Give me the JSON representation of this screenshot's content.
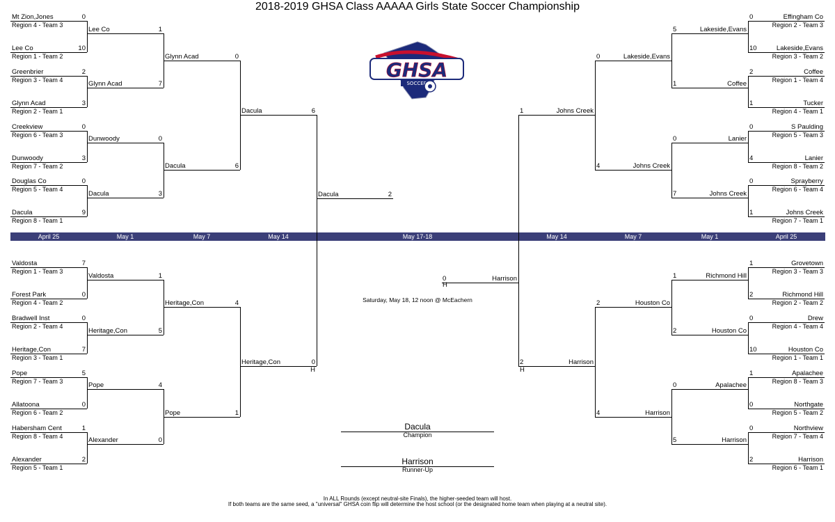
{
  "title": "2018-2019 GHSA Class AAAAA Girls State Soccer Championship",
  "logo": {
    "text": "GHSA",
    "subtext": "SOCCER"
  },
  "dates": [
    "April 25",
    "May 1",
    "May 7",
    "May 14",
    "May 17-18",
    "May 14",
    "May 7",
    "May 1",
    "April 25"
  ],
  "r1_left": [
    {
      "team": "Mt Zion,Jones",
      "score": "0",
      "region": "Region 4 - Team 3"
    },
    {
      "team": "Lee Co",
      "score": "10",
      "region": "Region 1 - Team 2"
    },
    {
      "team": "Greenbrier",
      "score": "2",
      "region": "Region 3 - Team 4"
    },
    {
      "team": "Glynn Acad",
      "score": "3",
      "region": "Region 2 - Team 1"
    },
    {
      "team": "Creekview",
      "score": "0",
      "region": "Region 6 - Team 3"
    },
    {
      "team": "Dunwoody",
      "score": "3",
      "region": "Region 7 - Team 2"
    },
    {
      "team": "Douglas Co",
      "score": "0",
      "region": "Region 5 - Team 4"
    },
    {
      "team": "Dacula",
      "score": "9",
      "region": "Region 8 - Team 1"
    },
    {
      "team": "Valdosta",
      "score": "7",
      "region": "Region 1 - Team 3"
    },
    {
      "team": "Forest Park",
      "score": "0",
      "region": "Region 4 - Team 2"
    },
    {
      "team": "Bradwell Inst",
      "score": "0",
      "region": "Region 2 - Team 4"
    },
    {
      "team": "Heritage,Con",
      "score": "7",
      "region": "Region 3 - Team 1"
    },
    {
      "team": "Pope",
      "score": "5",
      "region": "Region 7 - Team 3"
    },
    {
      "team": "Allatoona",
      "score": "0",
      "region": "Region 6 - Team 2"
    },
    {
      "team": "Habersham Cent",
      "score": "1",
      "region": "Region 8 - Team 4"
    },
    {
      "team": "Alexander",
      "score": "2",
      "region": "Region 5 - Team 1"
    }
  ],
  "r2_left": [
    {
      "team": "Lee Co",
      "score": "1"
    },
    {
      "team": "Glynn Acad",
      "score": "7"
    },
    {
      "team": "Dunwoody",
      "score": "0"
    },
    {
      "team": "Dacula",
      "score": "3"
    },
    {
      "team": "Valdosta",
      "score": "1"
    },
    {
      "team": "Heritage,Con",
      "score": "5"
    },
    {
      "team": "Pope",
      "score": "4"
    },
    {
      "team": "Alexander",
      "score": "0"
    }
  ],
  "r3_left": [
    {
      "team": "Glynn Acad",
      "score": "0"
    },
    {
      "team": "Dacula",
      "score": "6"
    },
    {
      "team": "Heritage,Con",
      "score": "4"
    },
    {
      "team": "Pope",
      "score": "1"
    }
  ],
  "r4_left": [
    {
      "team": "Dacula",
      "score": "6"
    },
    {
      "team": "Heritage,Con",
      "score": "0",
      "host": "H"
    }
  ],
  "final_left": {
    "team": "Dacula",
    "score": "2"
  },
  "final_right": {
    "team": "Harrison",
    "score": "0",
    "host": "H"
  },
  "final_info": "Saturday, May 18, 12 noon @ McEachern",
  "r1_right": [
    {
      "team": "Effingham Co",
      "score": "0",
      "region": "Region 2 - Team 3"
    },
    {
      "team": "Lakeside,Evans",
      "score": "10",
      "region": "Region 3 - Team 2"
    },
    {
      "team": "Coffee",
      "score": "2",
      "region": "Region 1 - Team 4"
    },
    {
      "team": "Tucker",
      "score": "1",
      "region": "Region 4 - Team 1"
    },
    {
      "team": "S Paulding",
      "score": "0",
      "region": "Region 5 - Team 3"
    },
    {
      "team": "Lanier",
      "score": "4",
      "region": "Region 8 - Team 2"
    },
    {
      "team": "Sprayberry",
      "score": "0",
      "region": "Region 6 - Team 4"
    },
    {
      "team": "Johns Creek",
      "score": "1",
      "region": "Region 7 - Team 1"
    },
    {
      "team": "Grovetown",
      "score": "1",
      "region": "Region 3 - Team 3"
    },
    {
      "team": "Richmond Hill",
      "score": "2",
      "region": "Region 2 - Team 2"
    },
    {
      "team": "Drew",
      "score": "0",
      "region": "Region 4 - Team 4"
    },
    {
      "team": "Houston Co",
      "score": "10",
      "region": "Region 1 - Team 1"
    },
    {
      "team": "Apalachee",
      "score": "1",
      "region": "Region 8 - Team 3"
    },
    {
      "team": "Northgate",
      "score": "0",
      "region": "Region 5 - Team 2"
    },
    {
      "team": "Northview",
      "score": "0",
      "region": "Region 7 - Team 4"
    },
    {
      "team": "Harrison",
      "score": "2",
      "region": "Region 6 - Team 1"
    }
  ],
  "r2_right": [
    {
      "team": "Lakeside,Evans",
      "score": "5"
    },
    {
      "team": "Coffee",
      "score": "1"
    },
    {
      "team": "Lanier",
      "score": "0"
    },
    {
      "team": "Johns Creek",
      "score": "7"
    },
    {
      "team": "Richmond Hill",
      "score": "1"
    },
    {
      "team": "Houston Co",
      "score": "2"
    },
    {
      "team": "Apalachee",
      "score": "0"
    },
    {
      "team": "Harrison",
      "score": "5"
    }
  ],
  "r3_right": [
    {
      "team": "Lakeside,Evans",
      "score": "0"
    },
    {
      "team": "Johns Creek",
      "score": "4"
    },
    {
      "team": "Houston Co",
      "score": "2"
    },
    {
      "team": "Harrison",
      "score": "4"
    }
  ],
  "r4_right": [
    {
      "team": "Johns Creek",
      "score": "1"
    },
    {
      "team": "Harrison",
      "score": "2",
      "host": "H"
    }
  ],
  "champion": {
    "team": "Dacula",
    "label": "Champion"
  },
  "runner_up": {
    "team": "Harrison",
    "label": "Runner-Up"
  },
  "footnote": [
    "In ALL Rounds (except neutral-site Finals), the higher-seeded team will host.",
    "If both teams are the same seed, a \"universal\" GHSA coin flip will determine the host school (or the designated home team when playing at a neutral site)."
  ],
  "colors": {
    "date_bar": "#3b3f78",
    "logo_blue": "#1c2a7a",
    "logo_red": "#c8102e"
  }
}
